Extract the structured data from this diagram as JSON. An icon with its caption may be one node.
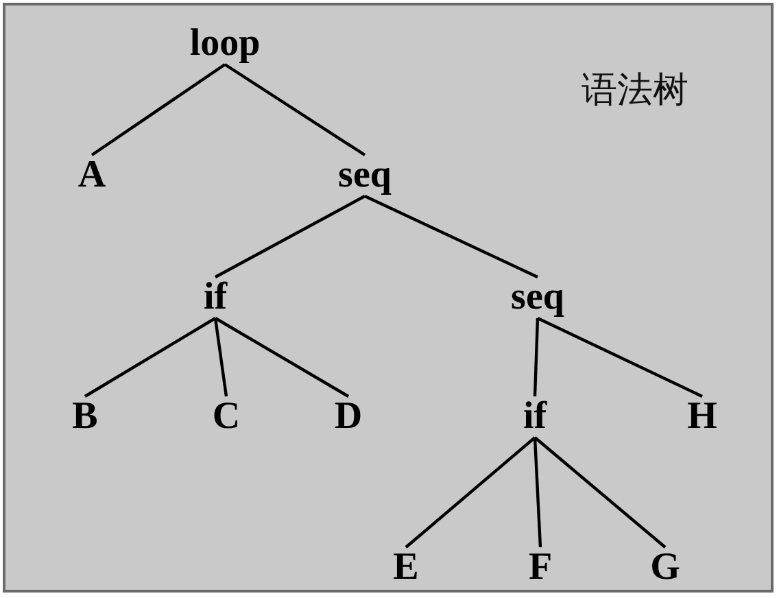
{
  "diagram": {
    "nodes": [
      {
        "text": [
          "loop"
        ]
      },
      {
        "text": [
          "A"
        ]
      },
      {
        "text": [
          "seq"
        ]
      },
      {
        "text": [
          "if"
        ]
      },
      {
        "text": [
          "seq"
        ]
      },
      {
        "text": [
          "B"
        ]
      },
      {
        "text": [
          "C"
        ]
      },
      {
        "text": [
          "D"
        ]
      },
      {
        "text": [
          "if"
        ]
      },
      {
        "text": [
          "H"
        ]
      },
      {
        "text": [
          "E"
        ]
      },
      {
        "text": [
          "F"
        ]
      },
      {
        "text": [
          "G"
        ]
      }
    ],
    "edges": [
      {
        "from": 0,
        "to": 1,
        "arrow": "none"
      },
      {
        "from": 0,
        "to": 2,
        "arrow": "none"
      },
      {
        "from": 2,
        "to": 3,
        "arrow": "none"
      },
      {
        "from": 2,
        "to": 4,
        "arrow": "none"
      },
      {
        "from": 3,
        "to": 5,
        "arrow": "none"
      },
      {
        "from": 3,
        "to": 6,
        "arrow": "none"
      },
      {
        "from": 3,
        "to": 7,
        "arrow": "none"
      },
      {
        "from": 4,
        "to": 8,
        "arrow": "none"
      },
      {
        "from": 4,
        "to": 9,
        "arrow": "none"
      },
      {
        "from": 8,
        "to": 10,
        "arrow": "none"
      },
      {
        "from": 8,
        "to": 11,
        "arrow": "none"
      },
      {
        "from": 8,
        "to": 12,
        "arrow": "none"
      }
    ],
    "labels": [
      "语法树"
    ]
  }
}
